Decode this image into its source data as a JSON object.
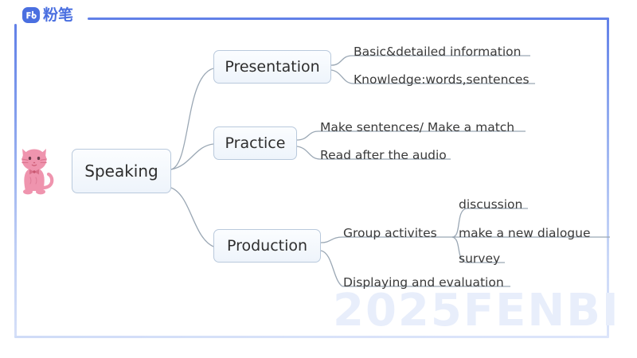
{
  "brand": {
    "logo_text": "粉笔",
    "logo_mark": "Fb",
    "watermark": "2025FENBI"
  },
  "mindmap": {
    "root": {
      "id": "speaking",
      "label": "Speaking"
    },
    "branches": [
      {
        "id": "presentation",
        "label": "Presentation",
        "leaves": [
          {
            "id": "basic-detailed-information",
            "label": "Basic&detailed information"
          },
          {
            "id": "knowledge-words-sentences",
            "label": "Knowledge:words,sentences"
          }
        ]
      },
      {
        "id": "practice",
        "label": "Practice",
        "leaves": [
          {
            "id": "make-sentences-make-a-match",
            "label": "Make sentences/ Make a match"
          },
          {
            "id": "read-after-the-audio",
            "label": "Read after the audio"
          }
        ]
      },
      {
        "id": "production",
        "label": "Production",
        "leaves": [
          {
            "id": "group-activites",
            "label": "Group activites",
            "leaves": [
              {
                "id": "discussion",
                "label": "discussion"
              },
              {
                "id": "make-a-new-dialogue",
                "label": "make a new dialogue"
              },
              {
                "id": "survey",
                "label": "survey"
              }
            ]
          },
          {
            "id": "displaying-and-evaluation",
            "label": "Displaying and evaluation"
          }
        ]
      }
    ]
  },
  "colors": {
    "frame_accent": "#6180e8",
    "brand_blue": "#4a6fe0",
    "node_border": "#b9c9dc",
    "connector": "#9aa7b4",
    "watermark": "#e8eefb",
    "cat_pink": "#f09bb4"
  },
  "decor": {
    "cat": "cat-illustration"
  }
}
